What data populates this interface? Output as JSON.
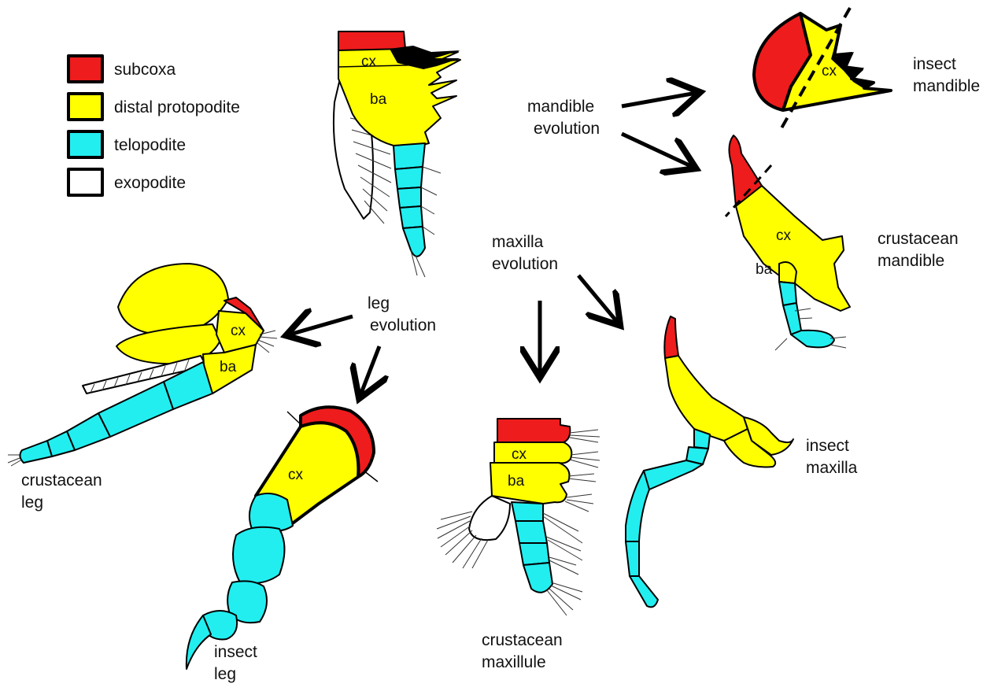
{
  "colors": {
    "subcoxa": "#ee1c1c",
    "distal_protopodite": "#ffff00",
    "telopodite": "#22eef0",
    "exopodite": "#ffffff",
    "outline": "#000000"
  },
  "legend": {
    "items": [
      {
        "key": "subcoxa",
        "label": "subcoxa",
        "color": "#ee1c1c"
      },
      {
        "key": "distal_protopodite",
        "label": "distal protopodite",
        "color": "#ffff00"
      },
      {
        "key": "telopodite",
        "label": "telopodite",
        "color": "#22eef0"
      },
      {
        "key": "exopodite",
        "label": "exopodite",
        "color": "#ffffff"
      }
    ]
  },
  "segment_labels": {
    "cx": "cx",
    "ba": "ba"
  },
  "evolution": {
    "mandible": [
      "mandible",
      "evolution"
    ],
    "maxilla": [
      "maxilla",
      "evolution"
    ],
    "leg": [
      "leg",
      "evolution"
    ]
  },
  "appendages": {
    "insect_mandible": [
      "insect",
      "mandible"
    ],
    "crustacean_mandible": [
      "crustacean",
      "mandible"
    ],
    "insect_maxilla": [
      "insect",
      "maxilla"
    ],
    "crustacean_maxillule": [
      "crustacean",
      "maxillule"
    ],
    "crustacean_leg": [
      "crustacean",
      "leg"
    ],
    "insect_leg": [
      "insect",
      "leg"
    ]
  }
}
